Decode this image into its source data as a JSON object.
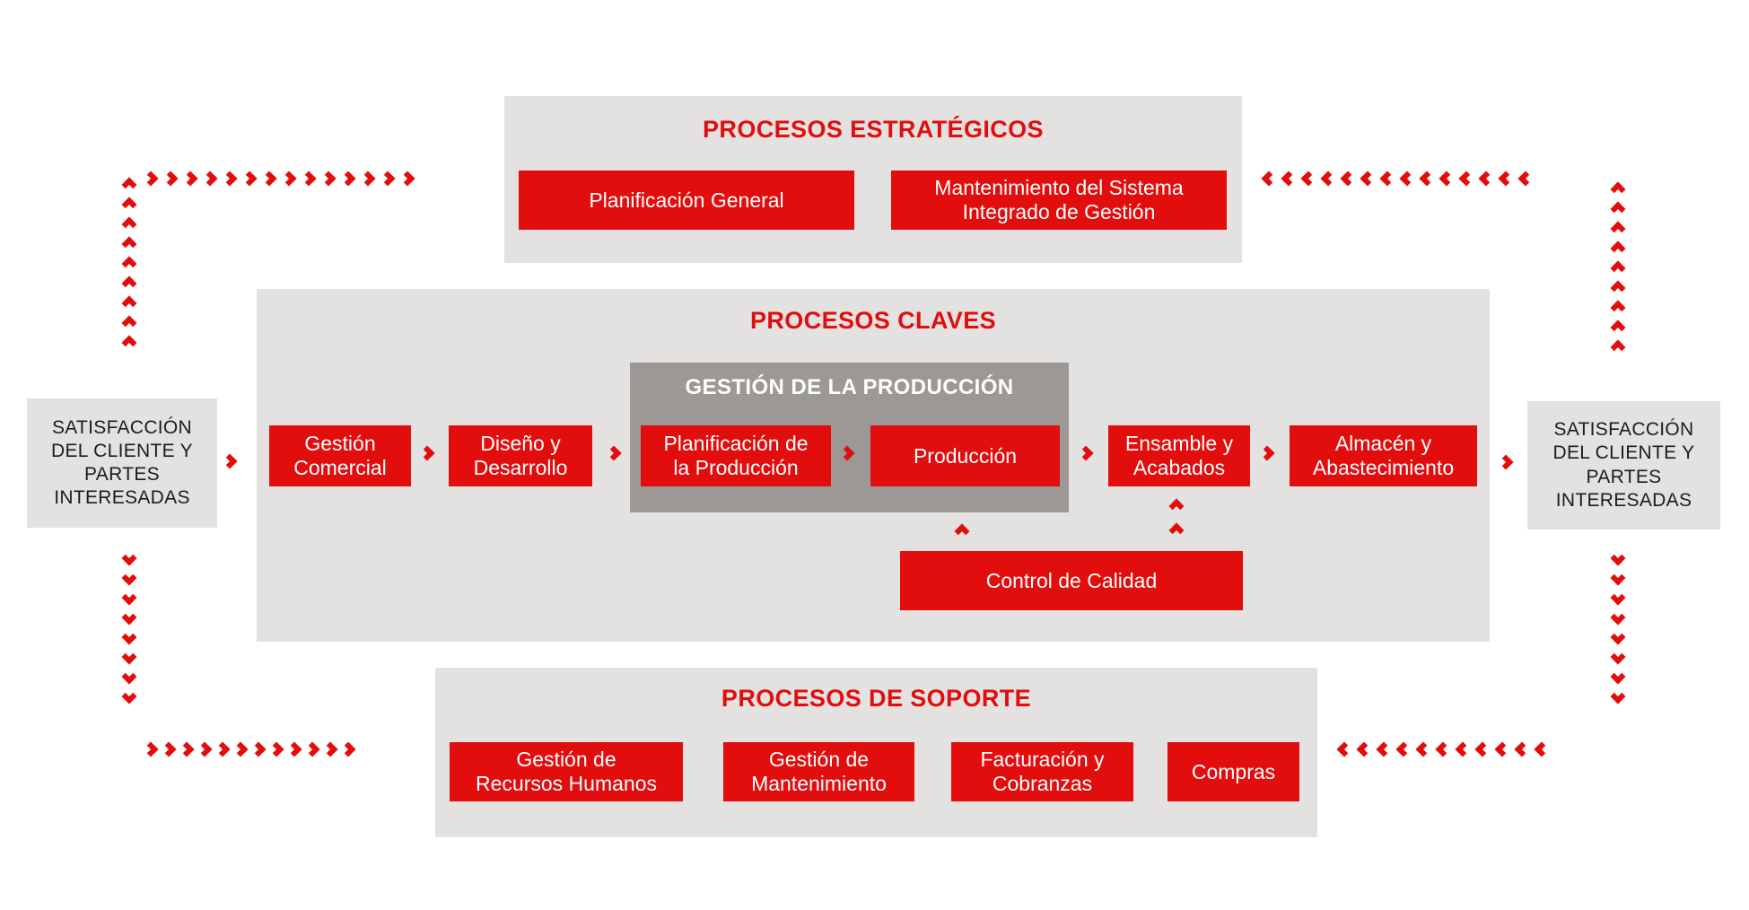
{
  "colors": {
    "red": "#e20d0d",
    "light_gray": "#e3e2e1",
    "dark_gray": "#9b9896",
    "text_dark": "#1c1c1c",
    "white": "#ffffff"
  },
  "strategic": {
    "title": "PROCESOS ESTRATÉGICOS",
    "planificacion_general": "Planificación General",
    "mantenimiento_sig": "Mantenimiento del Sistema\nIntegrado de Gestión"
  },
  "key": {
    "title": "PROCESOS CLAVES",
    "group_title": "GESTIÓN DE LA PRODUCCIÓN",
    "gestion_comercial": "Gestión\nComercial",
    "diseno_desarrollo": "Diseño y\nDesarrollo",
    "planificacion_produccion": "Planificación de\nla Producción",
    "produccion": "Producción",
    "ensamble_acabados": "Ensamble y\nAcabados",
    "almacen_abastecimiento": "Almacén y\nAbastecimiento",
    "control_calidad": "Control de Calidad"
  },
  "support": {
    "title": "PROCESOS DE SOPORTE",
    "recursos_humanos": "Gestión de\nRecursos Humanos",
    "gestion_mantenimiento": "Gestión de\nMantenimiento",
    "facturacion_cobranzas": "Facturación y\nCobranzas",
    "compras": "Compras"
  },
  "satisfaction": {
    "left": "SATISFACCIÓN\nDEL CLIENTE Y\nPARTES\nINTERESADAS",
    "right": "SATISFACCIÓN\nDEL CLIENTE Y\nPARTES\nINTERESADAS"
  }
}
